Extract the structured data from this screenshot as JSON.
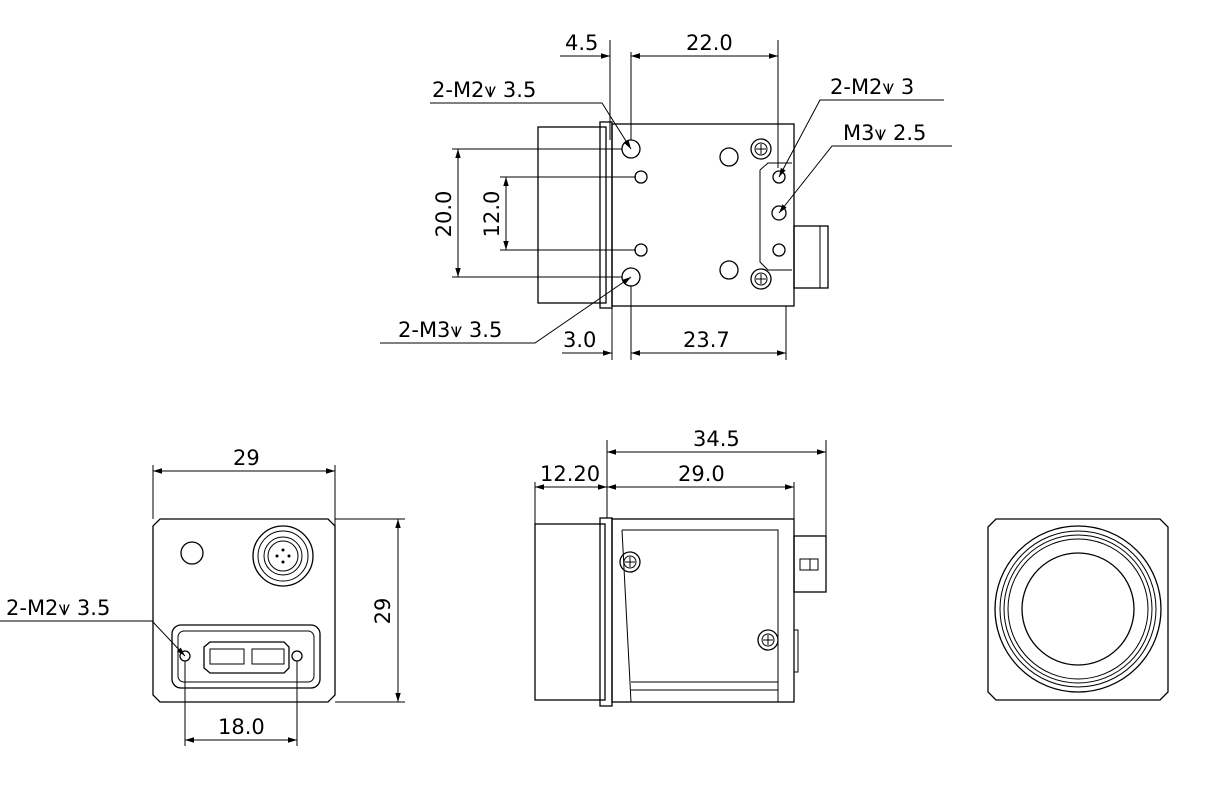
{
  "top_view": {
    "dims": {
      "d_4_5": "4.5",
      "d_22_0": "22.0",
      "d_20_0": "20.0",
      "d_12_0": "12.0",
      "d_3_0": "3.0",
      "d_23_7": "23.7"
    },
    "callouts": {
      "m2_35": "2-M2⩛ 3.5",
      "m2_3": "2-M2⩛ 3",
      "m3_25": "M3⩛ 2.5",
      "m3_35": "2-M3⩛ 3.5"
    }
  },
  "rear_view": {
    "dims": {
      "width": "29",
      "height": "29",
      "connector": "18.0"
    },
    "callouts": {
      "m2_35": "2-M2⩛ 3.5"
    }
  },
  "side_view": {
    "dims": {
      "overall": "34.5",
      "front": "12.20",
      "body": "29.0"
    }
  }
}
